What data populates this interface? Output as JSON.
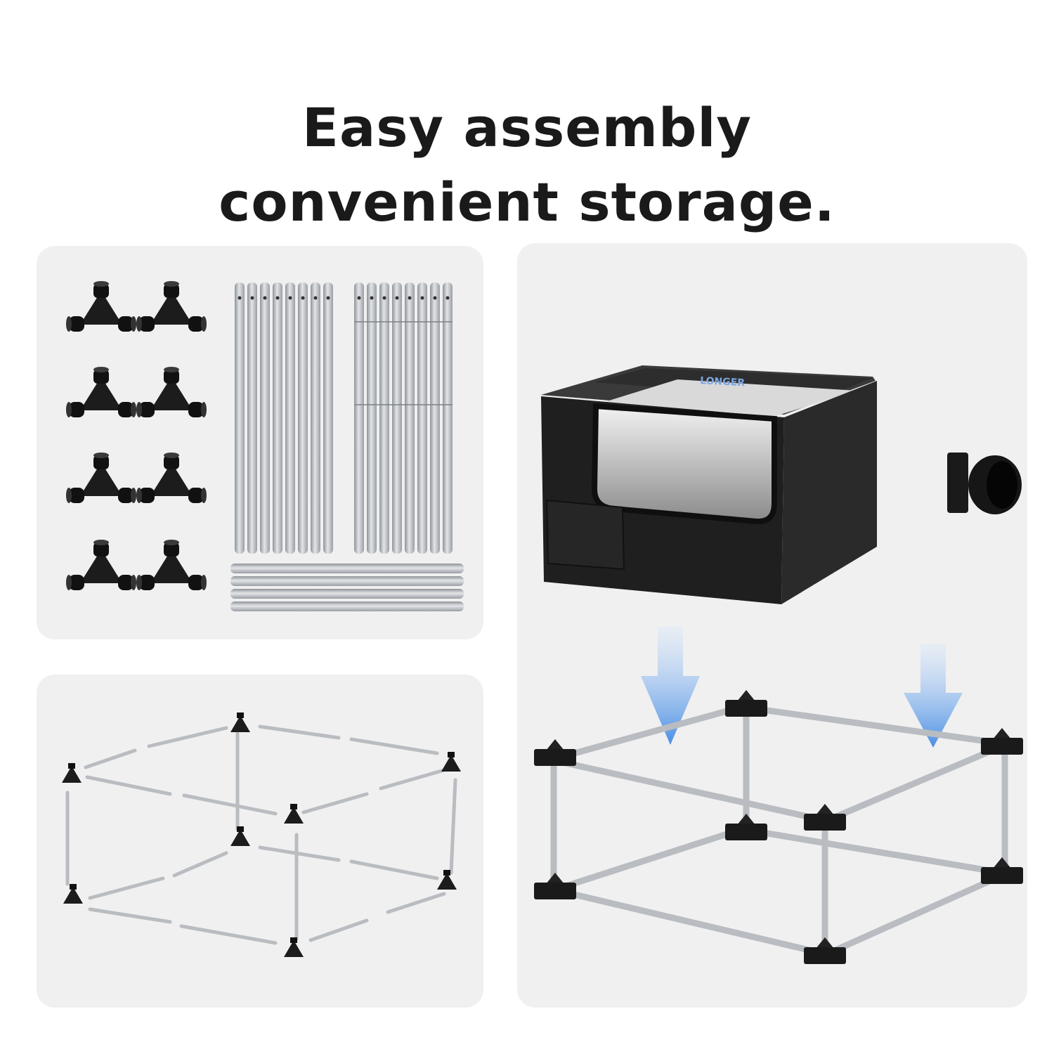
{
  "headline": {
    "line1": "Easy assembly",
    "line2": "convenient storage."
  },
  "enclosure": {
    "brand_text": "LONGER"
  },
  "colors": {
    "background": "#ffffff",
    "panel": "#f0f0f0",
    "text": "#1a1a1a",
    "connector": "#1c1c1c",
    "rod": "#b9bcc0",
    "arrow": "#4a90e2"
  },
  "icons": [
    "corner-connector-icon",
    "aluminum-rod-icon",
    "down-arrow-icon"
  ]
}
